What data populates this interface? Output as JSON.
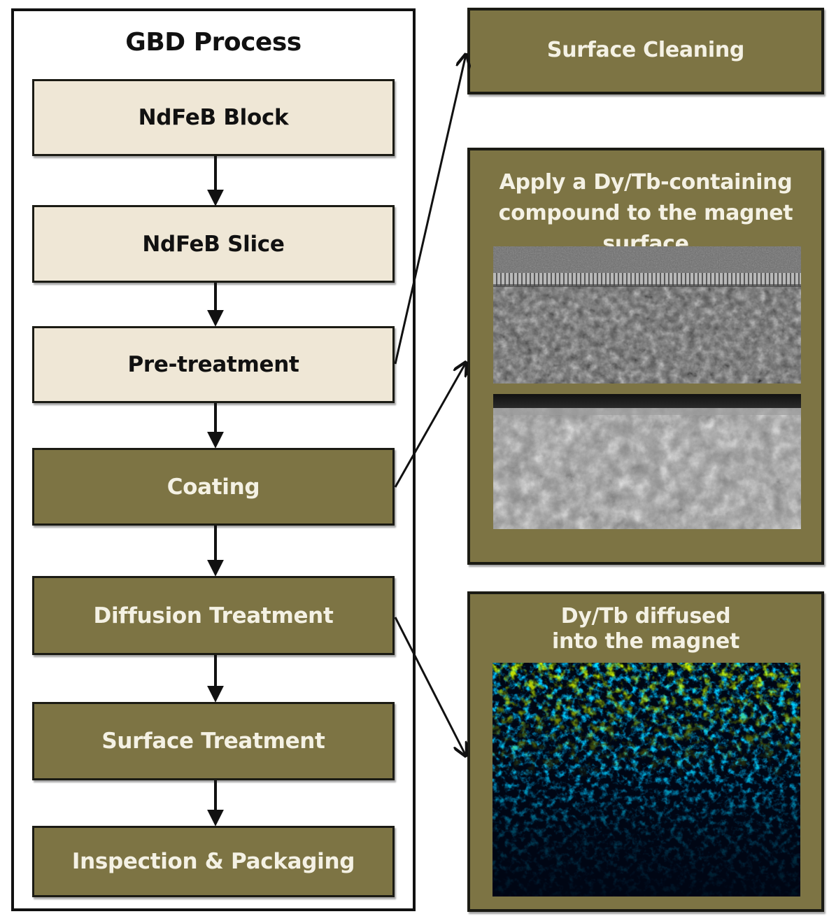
{
  "diagram": {
    "title": "GBD Process",
    "steps": [
      {
        "label": "NdFeB Block",
        "style": "light"
      },
      {
        "label": "NdFeB Slice",
        "style": "light"
      },
      {
        "label": "Pre-treatment",
        "style": "light"
      },
      {
        "label": "Coating",
        "style": "dark"
      },
      {
        "label": "Diffusion Treatment",
        "style": "dark"
      },
      {
        "label": "Surface Treatment",
        "style": "dark"
      },
      {
        "label": "Inspection & Packaging",
        "style": "dark"
      }
    ],
    "panels": {
      "surface_cleaning": {
        "label": "Surface Cleaning"
      },
      "coating_detail": {
        "line1": "Apply a Dy/Tb-containing",
        "line2": "compound to the magnet surface",
        "images": [
          "sem-micrograph-coated-surface",
          "sem-micrograph-fracture-surface"
        ]
      },
      "diffusion_detail": {
        "line1": "Dy/Tb diffused",
        "line2": "into the magnet",
        "image": "elemental-distribution-map"
      }
    },
    "colors": {
      "light_step": "#efe7d6",
      "dark_step": "#7d7444",
      "panel": "#7d7444",
      "outline": "#111111"
    }
  }
}
